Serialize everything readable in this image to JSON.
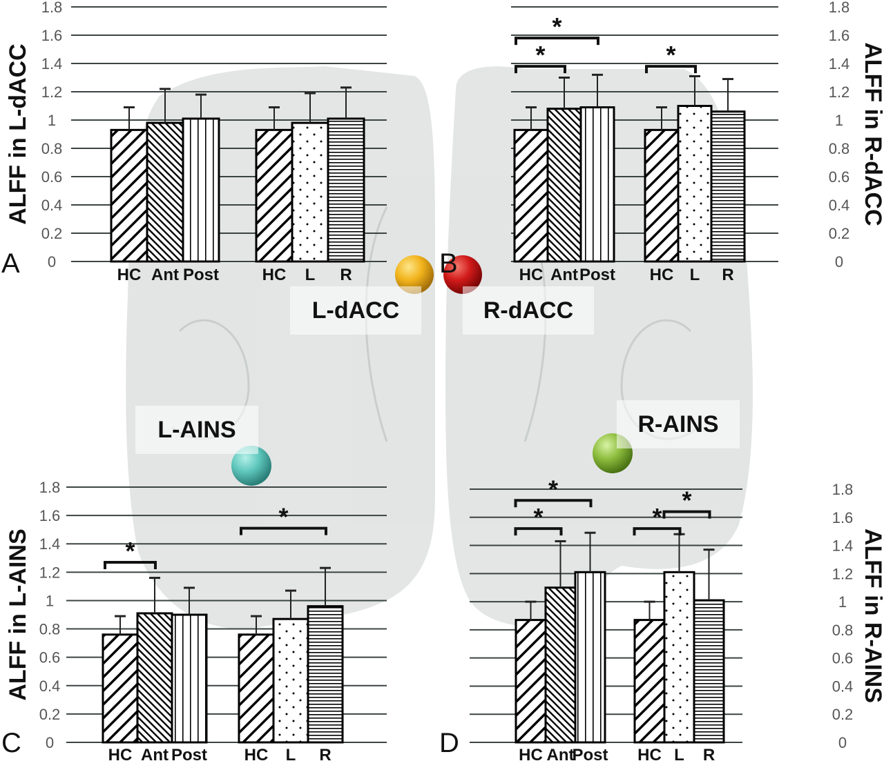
{
  "figure": {
    "panel_letters": [
      "A",
      "B",
      "C",
      "D"
    ],
    "region_labels": [
      "L-dACC",
      "R-dACC",
      "L-AINS",
      "R-AINS"
    ],
    "region_colors": {
      "L-dACC": "#f2b41c",
      "R-dACC": "#d11a1a",
      "L-AINS": "#5fc7bd",
      "R-AINS": "#8dbd3e"
    }
  },
  "chart_data": [
    {
      "type": "bar",
      "panel": "A",
      "ylabel": "ALFF in L-dACC",
      "ylim": [
        0,
        1.8
      ],
      "yticks": [
        "0",
        "0.2",
        "0.4",
        "0.6",
        "0.8",
        "1",
        "1.2",
        "1.4",
        "1.6",
        "1.8"
      ],
      "axis_side": "left",
      "grid": true,
      "groups": [
        {
          "categories": [
            "HC",
            "Ant",
            "Post"
          ],
          "values": [
            0.93,
            0.98,
            1.01
          ],
          "errors": [
            0.16,
            0.24,
            0.17
          ],
          "patterns": [
            "diag-wide",
            "diag-narrow",
            "vertical"
          ]
        },
        {
          "categories": [
            "HC",
            "L",
            "R"
          ],
          "values": [
            0.93,
            0.98,
            1.01
          ],
          "errors": [
            0.16,
            0.21,
            0.22
          ],
          "patterns": [
            "diag-wide",
            "dots",
            "horizontal"
          ]
        }
      ],
      "significance": []
    },
    {
      "type": "bar",
      "panel": "B",
      "ylabel": "ALFF in R-dACC",
      "ylim": [
        0,
        1.8
      ],
      "yticks": [
        "0",
        "0.2",
        "0.4",
        "0.6",
        "0.8",
        "1",
        "1.2",
        "1.4",
        "1.6",
        "1.8"
      ],
      "axis_side": "right",
      "grid": true,
      "groups": [
        {
          "categories": [
            "HC",
            "Ant",
            "Post"
          ],
          "values": [
            0.93,
            1.08,
            1.09
          ],
          "errors": [
            0.16,
            0.22,
            0.23
          ],
          "patterns": [
            "diag-wide",
            "diag-narrow",
            "vertical"
          ]
        },
        {
          "categories": [
            "HC",
            "L",
            "R"
          ],
          "values": [
            0.93,
            1.1,
            1.06
          ],
          "errors": [
            0.16,
            0.21,
            0.23
          ],
          "patterns": [
            "diag-wide",
            "dots",
            "horizontal"
          ]
        }
      ],
      "significance": [
        {
          "group": 0,
          "from": 0,
          "to": 1,
          "level": 1.38,
          "label": "*"
        },
        {
          "group": 0,
          "from": 0,
          "to": 2,
          "level": 1.58,
          "label": "*"
        },
        {
          "group": 1,
          "from": 0,
          "to": 1,
          "level": 1.38,
          "label": "*"
        }
      ]
    },
    {
      "type": "bar",
      "panel": "C",
      "ylabel": "ALFF in L-AINS",
      "ylim": [
        0,
        1.8
      ],
      "yticks": [
        "0",
        "0.2",
        "0.4",
        "0.6",
        "0.8",
        "1",
        "1.2",
        "1.4",
        "1.6",
        "1.8"
      ],
      "axis_side": "left",
      "grid": true,
      "groups": [
        {
          "categories": [
            "HC",
            "Ant",
            "Post"
          ],
          "values": [
            0.76,
            0.91,
            0.9
          ],
          "errors": [
            0.13,
            0.25,
            0.19
          ],
          "patterns": [
            "diag-wide",
            "diag-narrow",
            "vertical"
          ]
        },
        {
          "categories": [
            "HC",
            "L",
            "R"
          ],
          "values": [
            0.76,
            0.87,
            0.96
          ],
          "errors": [
            0.13,
            0.2,
            0.27
          ],
          "patterns": [
            "diag-wide",
            "dots",
            "horizontal"
          ]
        }
      ],
      "significance": [
        {
          "group": 0,
          "from": 0,
          "to": 1,
          "level": 1.27,
          "label": "*"
        },
        {
          "group": 1,
          "from": 0,
          "to": 2,
          "level": 1.51,
          "label": "*"
        }
      ]
    },
    {
      "type": "bar",
      "panel": "D",
      "ylabel": "ALFF in R-AINS",
      "ylim": [
        0,
        1.8
      ],
      "yticks": [
        "0",
        "0.2",
        "0.4",
        "0.6",
        "0.8",
        "1",
        "1.2",
        "1.4",
        "1.6",
        "1.8"
      ],
      "axis_side": "right",
      "grid": true,
      "groups": [
        {
          "categories": [
            "HC",
            "Ant",
            "Post"
          ],
          "values": [
            0.87,
            1.1,
            1.21
          ],
          "errors": [
            0.13,
            0.33,
            0.28
          ],
          "patterns": [
            "diag-wide",
            "diag-narrow",
            "vertical"
          ]
        },
        {
          "categories": [
            "HC",
            "L",
            "R"
          ],
          "values": [
            0.87,
            1.21,
            1.01
          ],
          "errors": [
            0.13,
            0.27,
            0.36
          ],
          "patterns": [
            "diag-wide",
            "dots",
            "horizontal"
          ]
        }
      ],
      "significance": [
        {
          "group": 0,
          "from": 0,
          "to": 1,
          "level": 1.52,
          "label": "*"
        },
        {
          "group": 0,
          "from": 0,
          "to": 2,
          "level": 1.72,
          "label": "*"
        },
        {
          "group": 1,
          "from": 0,
          "to": 1,
          "level": 1.52,
          "label": "*"
        },
        {
          "group": 1,
          "from": 1,
          "to": 2,
          "level": 1.64,
          "label": "*"
        }
      ]
    }
  ]
}
